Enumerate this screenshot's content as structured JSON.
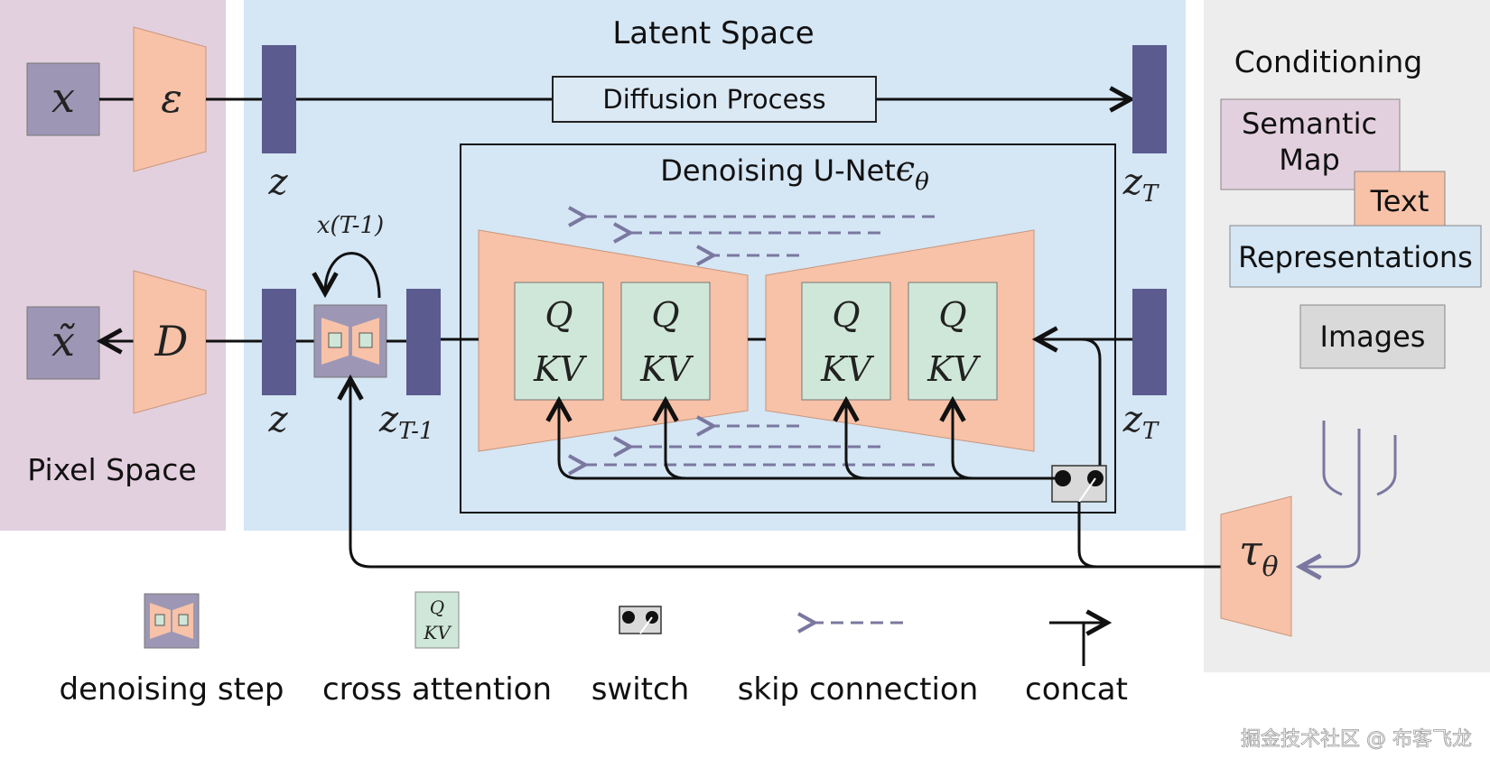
{
  "regions": {
    "pixel_space": "Pixel Space",
    "latent_space": "Latent Space",
    "conditioning": "Conditioning"
  },
  "process": {
    "diffusion": "Diffusion Process",
    "unet_title": "Denoising U-Net",
    "unet_symbol": "ϵ",
    "unet_subscript": "θ"
  },
  "symbols": {
    "x": "x",
    "x_tilde": "x̃",
    "encoder": "ε",
    "decoder": "D",
    "z": "z",
    "z_T_base": "z",
    "z_T_sub": "T",
    "z_T1_sub": "T-1",
    "loop": "x(T-1)",
    "tau": "τ",
    "tau_sub": "θ"
  },
  "attention": {
    "q": "Q",
    "kv": "KV"
  },
  "conditioning_items": [
    "Semantic Map",
    "Text",
    "Representations",
    "Images"
  ],
  "legend": [
    "denoising step",
    "cross attention",
    "switch",
    "skip connection",
    "concat"
  ],
  "watermark": "掘金技术社区 @ 布客飞龙",
  "colors": {
    "pixel_bg": "#e3d0de",
    "latent_bg": "#d5e6f4",
    "cond_bg": "#ededed",
    "salmon": "#f7c2a8",
    "attn_green": "#cfe7d8",
    "latent_bar": "#5b5b8f",
    "x_box": "#9d97b5",
    "skip": "#7a78a0"
  }
}
